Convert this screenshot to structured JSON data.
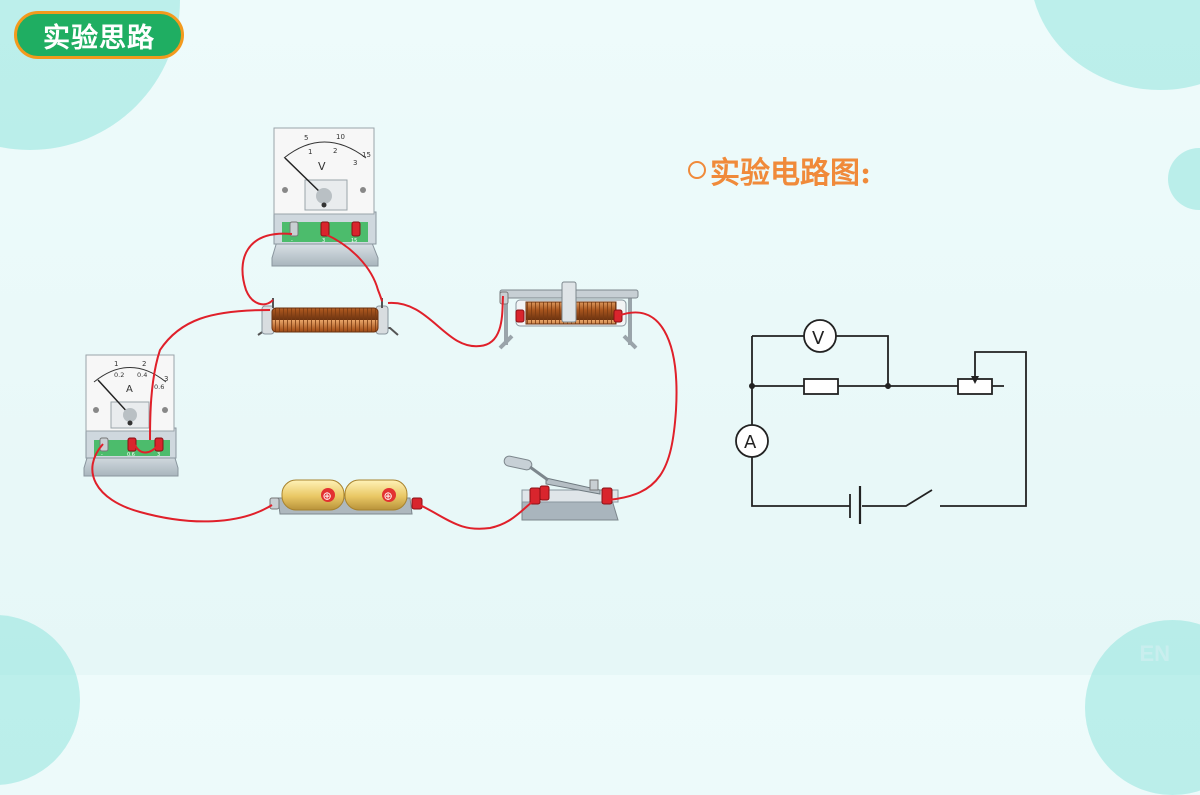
{
  "slide": {
    "title": "实验思路",
    "heading": "实验电路图:",
    "watermark": "EN"
  },
  "apparatus": {
    "voltmeter": {
      "unit": "V",
      "scale_outer": [
        "5",
        "10",
        "15"
      ],
      "scale_inner": [
        "1",
        "2",
        "3"
      ],
      "terminal_labels": [
        "-",
        "3",
        "15"
      ]
    },
    "ammeter": {
      "unit": "A",
      "scale_outer": [
        "1",
        "2",
        "3"
      ],
      "scale_inner": [
        "0.2",
        "0.4",
        "0.6"
      ],
      "terminal_labels": [
        "-",
        "0.6",
        "3"
      ]
    },
    "battery": {
      "marks": [
        "⊕",
        "⊕"
      ]
    }
  },
  "schematic": {
    "voltmeter_symbol": "V",
    "ammeter_symbol": "A"
  },
  "colors": {
    "wire": "#e0202a",
    "schematic_line": "#222222",
    "badge_fill": "#1fae62",
    "badge_border": "#f39a1d",
    "heading": "#f08a3a"
  }
}
